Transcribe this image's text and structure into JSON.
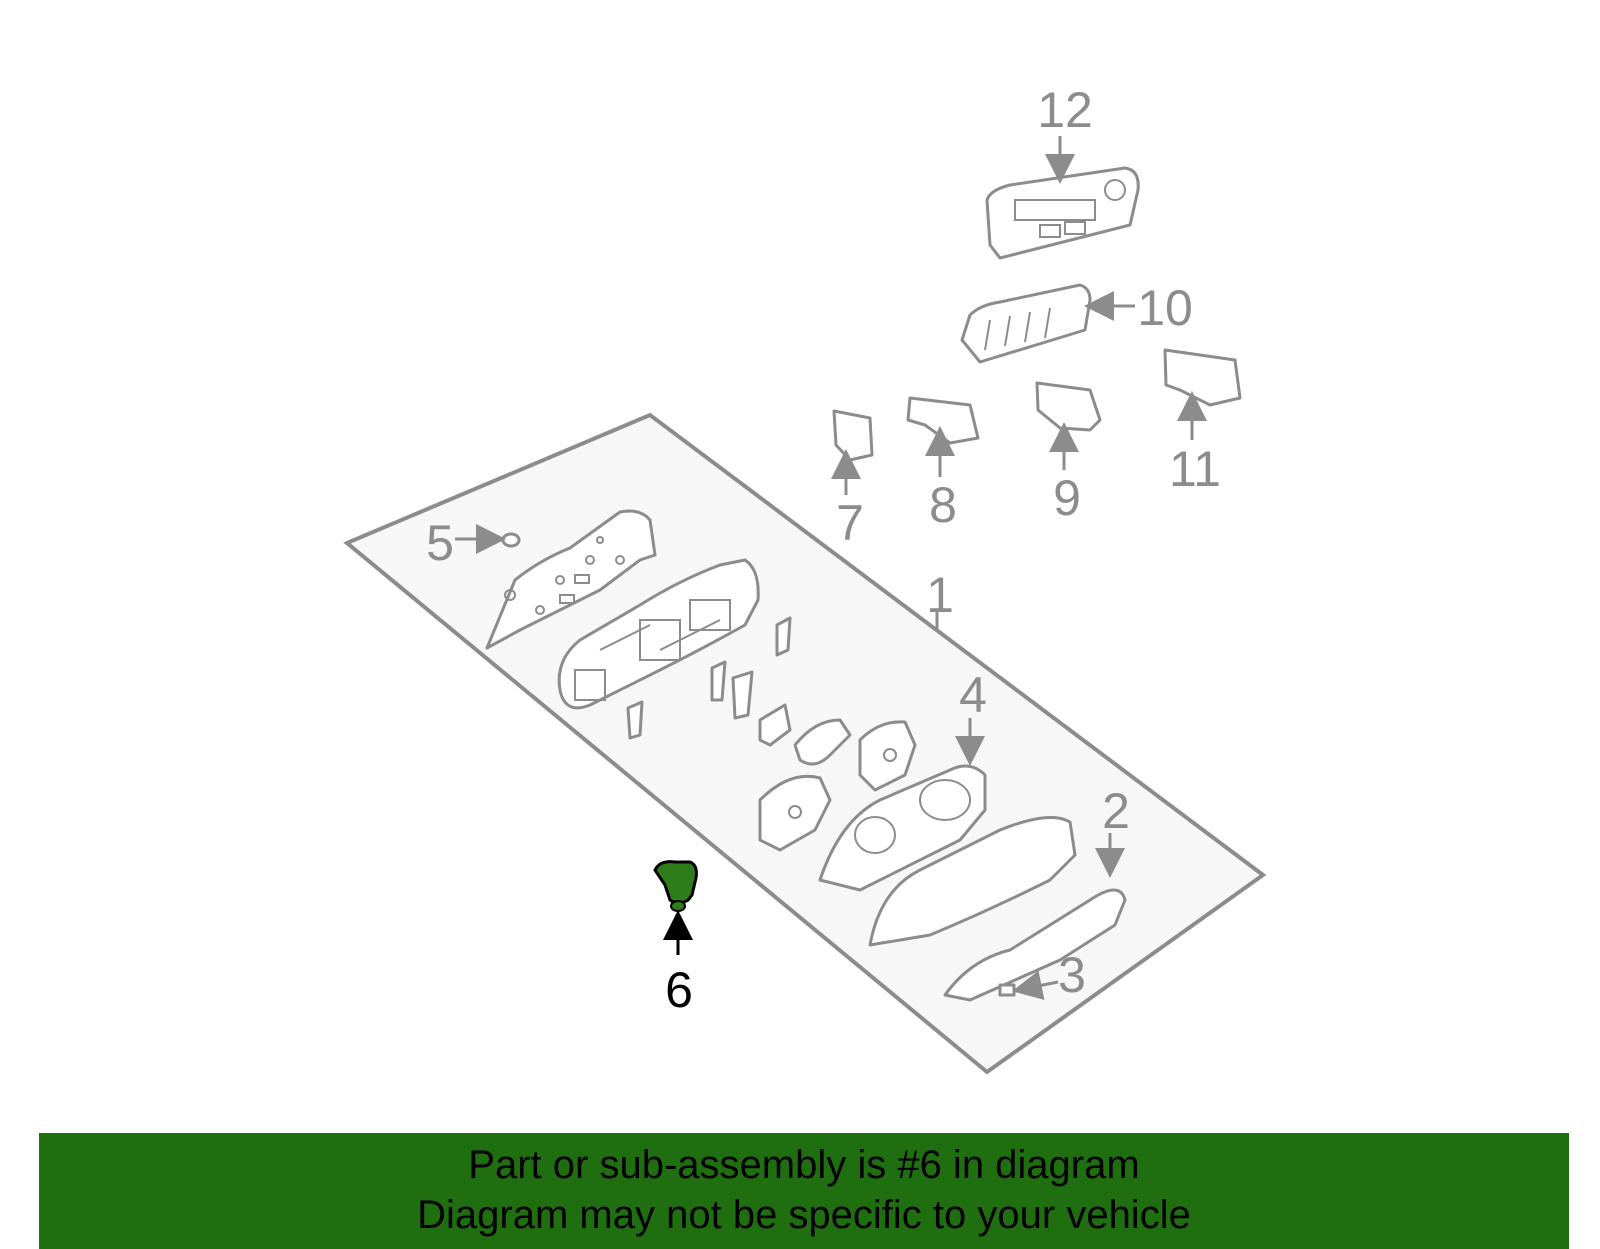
{
  "diagram": {
    "callouts": [
      "1",
      "2",
      "3",
      "4",
      "5",
      "6",
      "7",
      "8",
      "9",
      "10",
      "11",
      "12"
    ],
    "highlighted_callout": "6",
    "colors": {
      "highlight": "#1f6e0f",
      "line": "#8c8c8c",
      "panel_fill": "#f7f7f7",
      "highlight_part_fill": "#2e7d1a"
    }
  },
  "banner": {
    "line1": "Part or sub-assembly is #6 in diagram",
    "line2": "Diagram may not be specific to your vehicle",
    "background": "#1f6e0f"
  }
}
